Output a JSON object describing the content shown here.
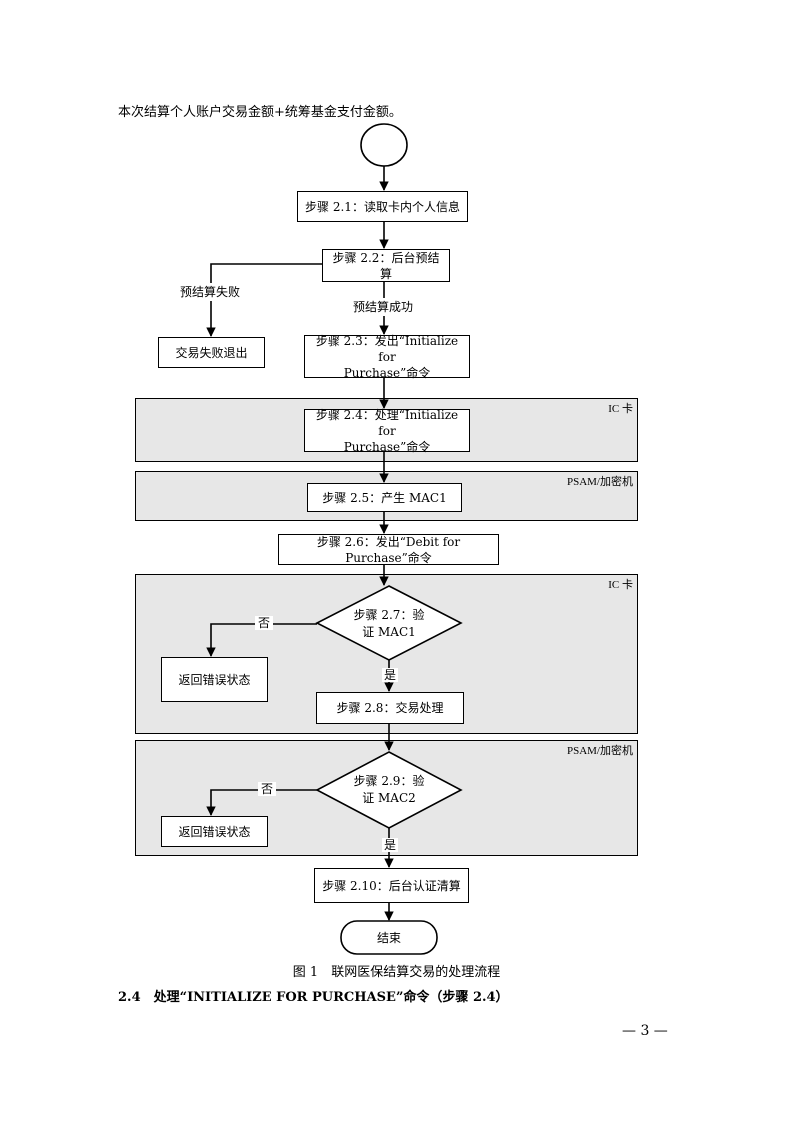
{
  "intro_text": "本次结算个人账户交易金额+统筹基金支付金额。",
  "lanes": {
    "ic1": "IC 卡",
    "psam1": "PSAM/加密机",
    "ic2": "IC 卡",
    "psam2": "PSAM/加密机"
  },
  "steps": {
    "s2_1": "步骤 2.1：读取卡内个人信息",
    "s2_2": "步骤 2.2：后台预结算",
    "fail_exit": "交易失败退出",
    "s2_3_l1": "步骤 2.3：发出“Initialize for",
    "s2_3_l2": "Purchase”命令",
    "s2_4_l1": "步骤 2.4：处理“Initialize for",
    "s2_4_l2": "Purchase”命令",
    "s2_5": "步骤 2.5：产生 MAC1",
    "s2_6": "步骤 2.6：发出“Debit for Purchase”命令",
    "s2_7_l1": "步骤 2.7：验",
    "s2_7_l2": "证 MAC1",
    "err1": "返回错误状态",
    "s2_8": "步骤 2.8：交易处理",
    "s2_9_l1": "步骤 2.9：验",
    "s2_9_l2": "证 MAC2",
    "err2": "返回错误状态",
    "s2_10": "步骤 2.10：后台认证清算",
    "end": "结束"
  },
  "labels": {
    "pre_fail": "预结算失败",
    "pre_success": "预结算成功",
    "no1": "否",
    "yes1": "是",
    "no2": "否",
    "yes2": "是"
  },
  "caption": "图 1　联网医保结算交易的处理流程",
  "section_heading": "2.4　处理“INITIALIZE FOR PURCHASE”命令（步骤 2.4）",
  "page_number": "— 3 —"
}
